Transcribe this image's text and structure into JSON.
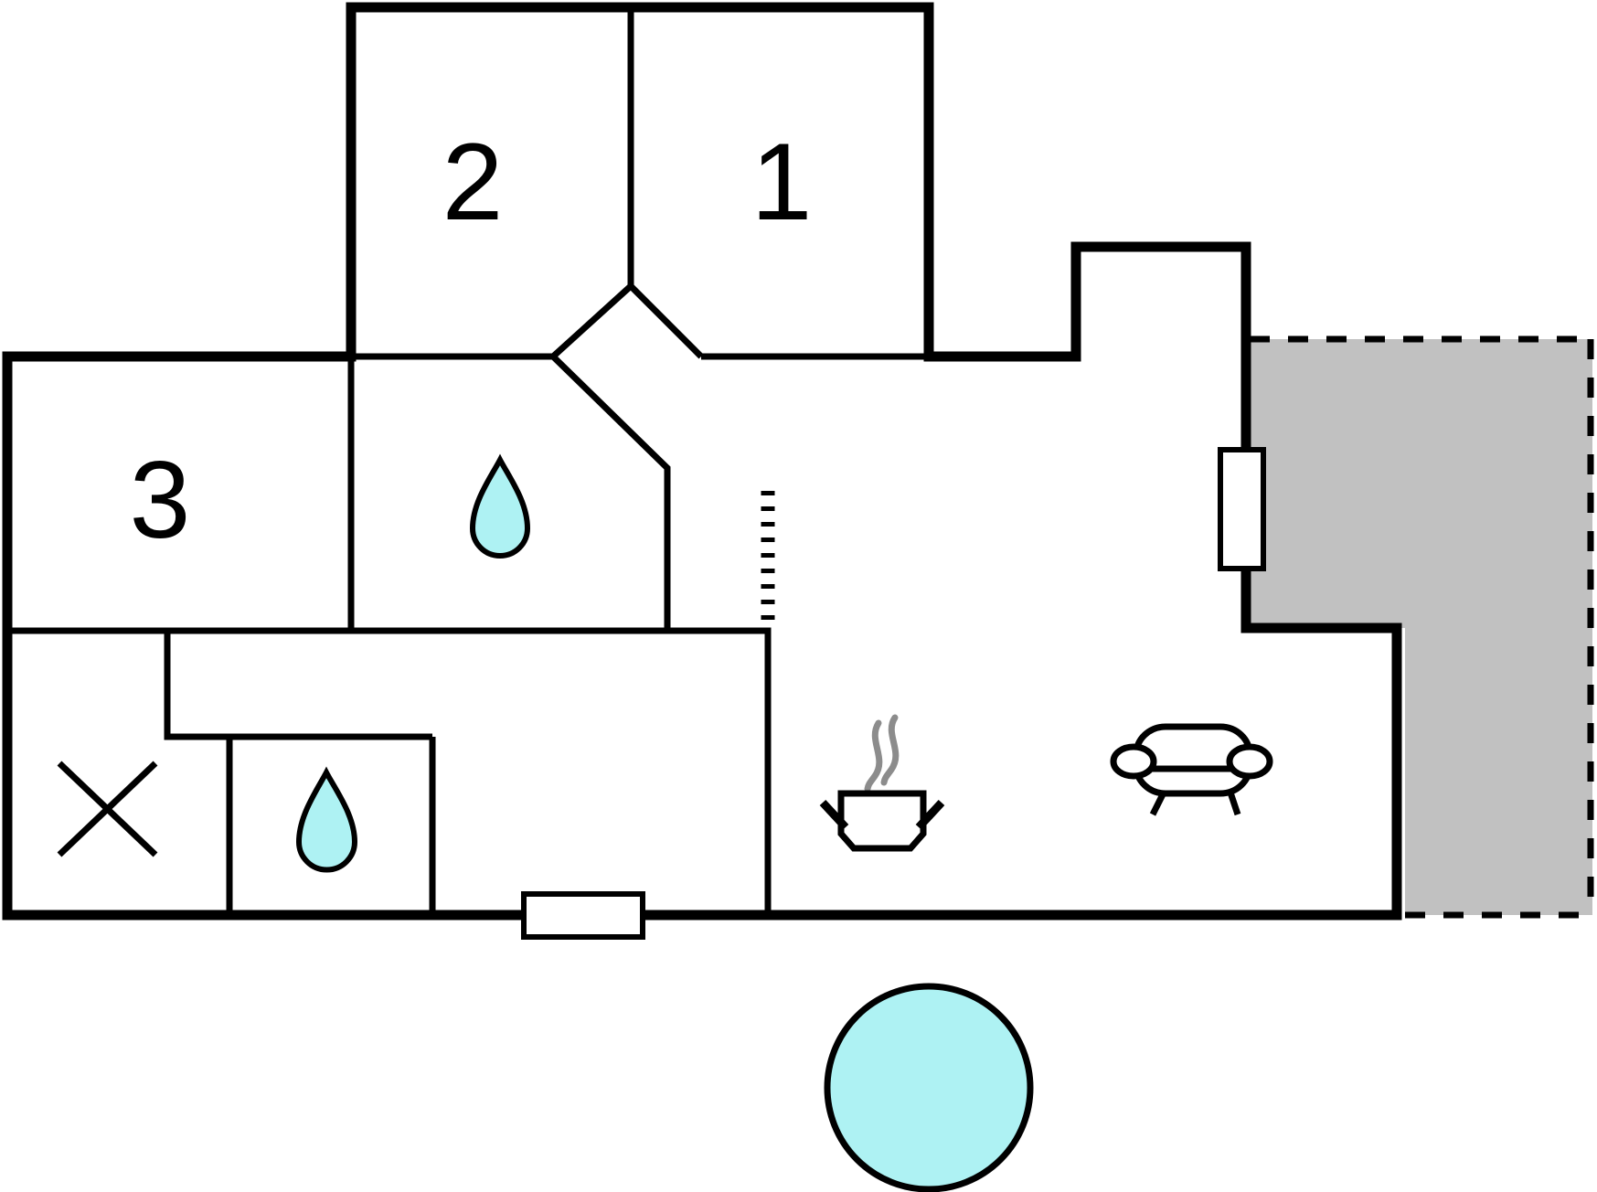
{
  "floorplan": {
    "rooms": [
      {
        "id": "bedroom-1",
        "label": "1"
      },
      {
        "id": "bedroom-2",
        "label": "2"
      },
      {
        "id": "bedroom-3",
        "label": "3"
      }
    ],
    "colors": {
      "wall": "#000000",
      "water": "#aef2f3",
      "terrace": "#c1c1c1",
      "steam": "#8c8c8c"
    },
    "icons": [
      "water-drop-icon",
      "cross-icon",
      "cooking-pot-icon",
      "steam-icon",
      "sofa-icon",
      "hot-tub-circle-icon",
      "window",
      "entrance-door",
      "stairs-dashed-line",
      "terrace-dashed-border"
    ]
  }
}
